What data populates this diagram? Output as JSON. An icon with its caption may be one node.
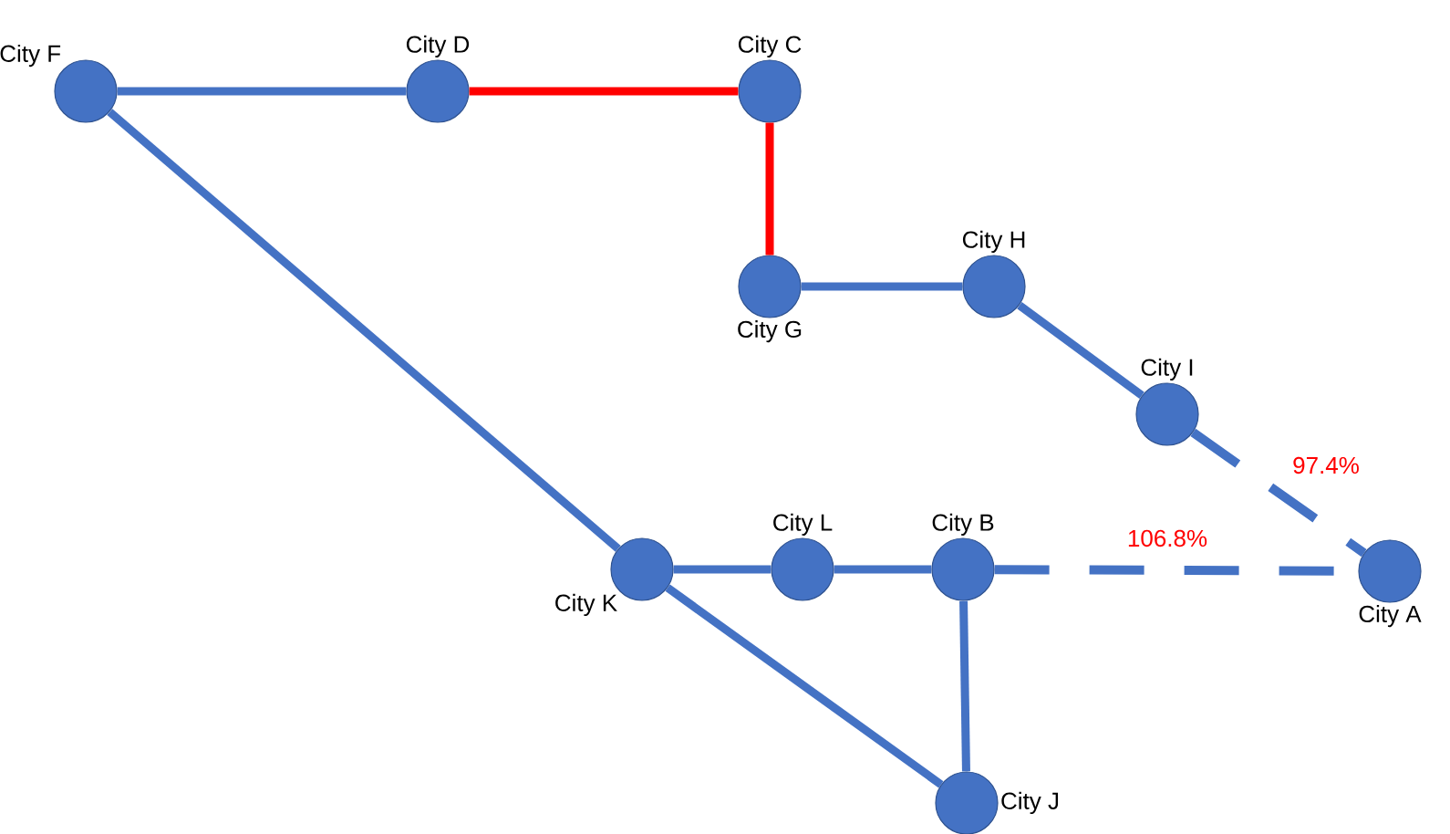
{
  "diagram": {
    "nodes": [
      {
        "text": [
          "City F"
        ]
      },
      {
        "text": [
          "City D"
        ]
      },
      {
        "text": [
          "City C"
        ]
      },
      {
        "text": [
          "City G"
        ]
      },
      {
        "text": [
          "City H"
        ]
      },
      {
        "text": [
          "City I"
        ]
      },
      {
        "text": [
          "City L"
        ]
      },
      {
        "text": [
          "City B"
        ]
      },
      {
        "text": [
          "City K"
        ]
      },
      {
        "text": [
          "City A"
        ]
      },
      {
        "text": [
          "City J"
        ]
      }
    ],
    "edges": [
      {
        "from": 0,
        "to": 1,
        "arrow": "none"
      },
      {
        "from": 1,
        "to": 2,
        "arrow": "none",
        "color": "#ff0000"
      },
      {
        "from": 2,
        "to": 3,
        "arrow": "none",
        "color": "#ff0000"
      },
      {
        "from": 3,
        "to": 4,
        "arrow": "none"
      },
      {
        "from": 4,
        "to": 5,
        "arrow": "none"
      },
      {
        "from": 5,
        "to": 9,
        "arrow": "none",
        "style": "dashed",
        "label": "97.4%"
      },
      {
        "from": 7,
        "to": 9,
        "arrow": "none",
        "style": "dashed",
        "label": "106.8%"
      },
      {
        "from": 0,
        "to": 8,
        "arrow": "none"
      },
      {
        "from": 8,
        "to": 6,
        "arrow": "none"
      },
      {
        "from": 6,
        "to": 7,
        "arrow": "none"
      },
      {
        "from": 7,
        "to": 10,
        "arrow": "none"
      },
      {
        "from": 8,
        "to": 10,
        "arrow": "none"
      }
    ]
  }
}
